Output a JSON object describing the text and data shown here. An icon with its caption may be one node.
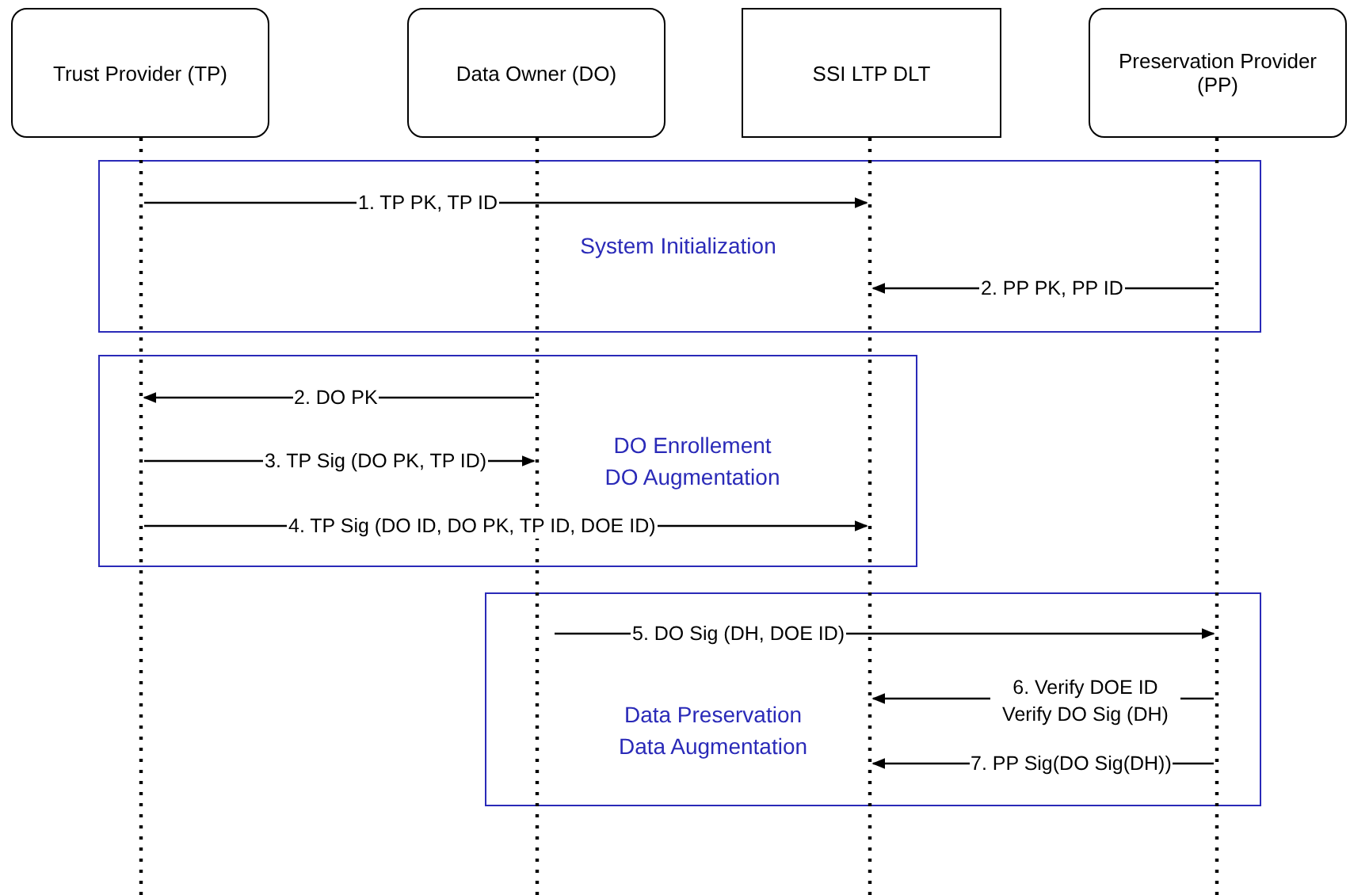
{
  "diagram": {
    "nodes": [
      {
        "text": [
          "Trust Provider (TP)"
        ]
      },
      {
        "text": [
          "Data Owner (DO)"
        ]
      },
      {
        "text": [
          "SSI LTP DLT"
        ]
      },
      {
        "text": [
          "Preservation Provider (PP)"
        ]
      },
      {
        "text": [
          "System Initialization"
        ]
      },
      {
        "text": [
          "DO Enrollement",
          "DO Augmentation"
        ]
      },
      {
        "text": [
          "Data Preservation",
          "Data Augmentation"
        ]
      },
      {
        "text": [],
        "shape": "line"
      },
      {
        "text": [],
        "shape": "line"
      },
      {
        "text": [],
        "shape": "line"
      },
      {
        "text": [],
        "shape": "line"
      }
    ],
    "edges": [
      {
        "from": 7,
        "to": 9,
        "arrow": "to",
        "label": "1. TP PK, TP ID"
      },
      {
        "from": 10,
        "to": 9,
        "arrow": "to",
        "label": "2. PP PK, PP ID"
      },
      {
        "from": 8,
        "to": 7,
        "arrow": "to",
        "label": "2. DO PK"
      },
      {
        "from": 7,
        "to": 8,
        "arrow": "to",
        "label": "3. TP Sig (DO PK, TP ID)"
      },
      {
        "from": 7,
        "to": 9,
        "arrow": "to",
        "label": "4. TP Sig (DO ID, DO PK, TP ID, DOE ID)"
      },
      {
        "from": 8,
        "to": 10,
        "arrow": "to",
        "label": "5. DO Sig (DH, DOE ID)"
      },
      {
        "from": 10,
        "to": 9,
        "arrow": "to",
        "label": "6. Verify DOE ID Verify DO Sig (DH)"
      },
      {
        "from": 10,
        "to": 9,
        "arrow": "to",
        "label": "7. PP Sig(DO Sig(DH))"
      }
    ]
  }
}
